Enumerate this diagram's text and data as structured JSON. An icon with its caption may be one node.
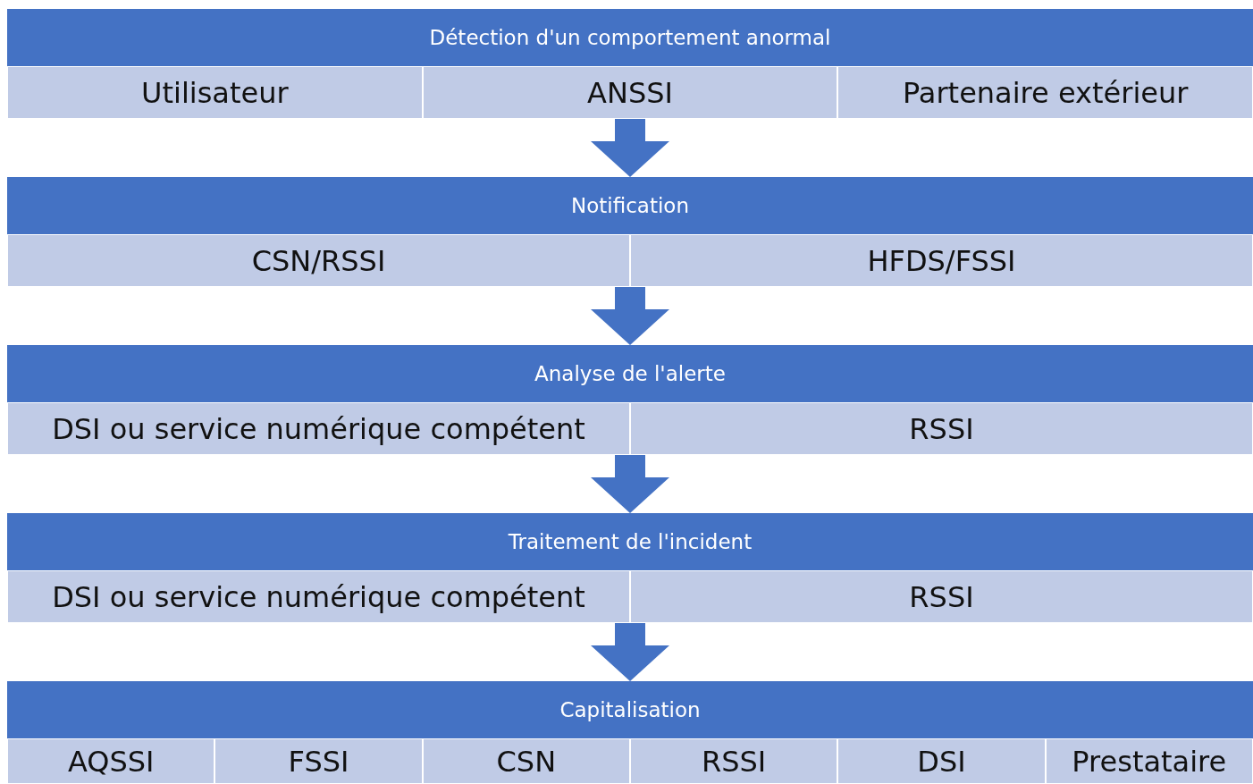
{
  "diagram": {
    "nodes": [
      {
        "text": [
          "Détection d'un comportement anormal"
        ]
      },
      {
        "text": [
          "Utilisateur"
        ],
        "in": 0
      },
      {
        "text": [
          "ANSSI"
        ],
        "in": 0
      },
      {
        "text": [
          "Partenaire extérieur"
        ],
        "in": 0
      },
      {
        "text": [
          "Notification"
        ]
      },
      {
        "text": [
          "CSN/RSSI"
        ],
        "in": 4
      },
      {
        "text": [
          "HFDS/FSSI"
        ],
        "in": 4
      },
      {
        "text": [
          "Analyse de l'alerte"
        ]
      },
      {
        "text": [
          "DSI ou service numérique compétent"
        ],
        "in": 7
      },
      {
        "text": [
          "RSSI"
        ],
        "in": 7
      },
      {
        "text": [
          "Traitement de l'incident"
        ]
      },
      {
        "text": [
          "DSI ou service numérique compétent"
        ],
        "in": 10
      },
      {
        "text": [
          "RSSI"
        ],
        "in": 10
      },
      {
        "text": [
          "Capitalisation"
        ]
      },
      {
        "text": [
          "AQSSI"
        ],
        "in": 13
      },
      {
        "text": [
          "FSSI"
        ],
        "in": 13
      },
      {
        "text": [
          "CSN"
        ],
        "in": 13
      },
      {
        "text": [
          "RSSI"
        ],
        "in": 13
      },
      {
        "text": [
          "DSI"
        ],
        "in": 13
      },
      {
        "text": [
          "Prestataire"
        ],
        "in": 13
      }
    ],
    "edges": [
      {
        "from": 0,
        "to": 4,
        "arrow": "to"
      },
      {
        "from": 4,
        "to": 7,
        "arrow": "to"
      },
      {
        "from": 7,
        "to": 10,
        "arrow": "to"
      },
      {
        "from": 10,
        "to": 13,
        "arrow": "to"
      }
    ]
  }
}
